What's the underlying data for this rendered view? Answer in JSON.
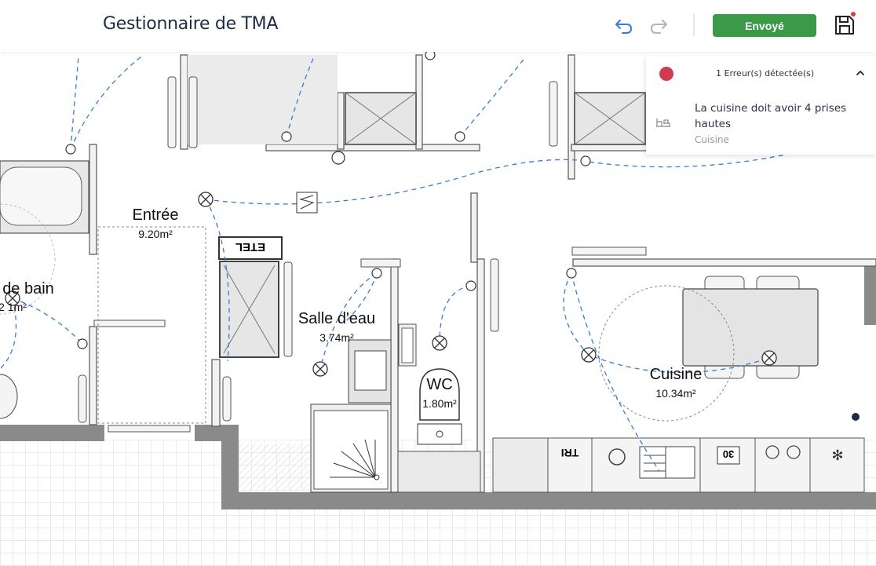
{
  "header": {
    "title": "Gestionnaire de TMA",
    "send_label": "Envoyé"
  },
  "icons": {
    "undo": "undo-icon",
    "redo": "redo-icon",
    "save": "save-icon",
    "collapse": "chevron-up-icon",
    "error_item": "room-icon"
  },
  "colors": {
    "accent_green": "#3a9a48",
    "error_red": "#cf3b50",
    "link_blue": "#3a7bd5"
  },
  "errors": {
    "count_label": "1 Erreur(s) détectée(s)",
    "items": [
      {
        "message": "La cuisine doit avoir 4 prises hautes",
        "room": "Cuisine"
      }
    ]
  },
  "plan": {
    "rooms": [
      {
        "name": "Entrée",
        "area": "9.20m²"
      },
      {
        "name": "de bain",
        "area": "2 1m²"
      },
      {
        "name": "Salle d'eau",
        "area": "3.74m²"
      },
      {
        "name": "WC",
        "area": "1.80m²"
      },
      {
        "name": "Cuisine",
        "area": "10.34m²"
      }
    ],
    "labels": {
      "etel": "ETEL",
      "tri": "TRI",
      "oven_temp": "30"
    }
  }
}
